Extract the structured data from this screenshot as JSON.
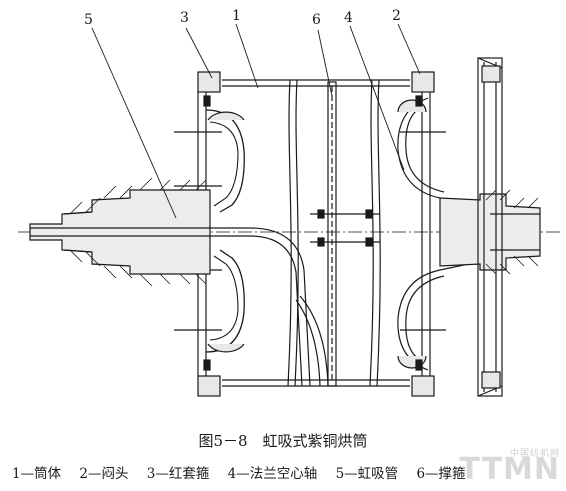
{
  "labels": [
    "5",
    "3",
    "1",
    "6",
    "4",
    "2"
  ],
  "caption": "图5－8　虹吸式紫铜烘筒",
  "legend": [
    "1—筒体",
    "2—闷头",
    "3—红套箍",
    "4—法兰空心轴",
    "5—虹吸管",
    "6—撑箍"
  ],
  "watermark": "TTMN",
  "watermark_sub": "中国纺机网"
}
